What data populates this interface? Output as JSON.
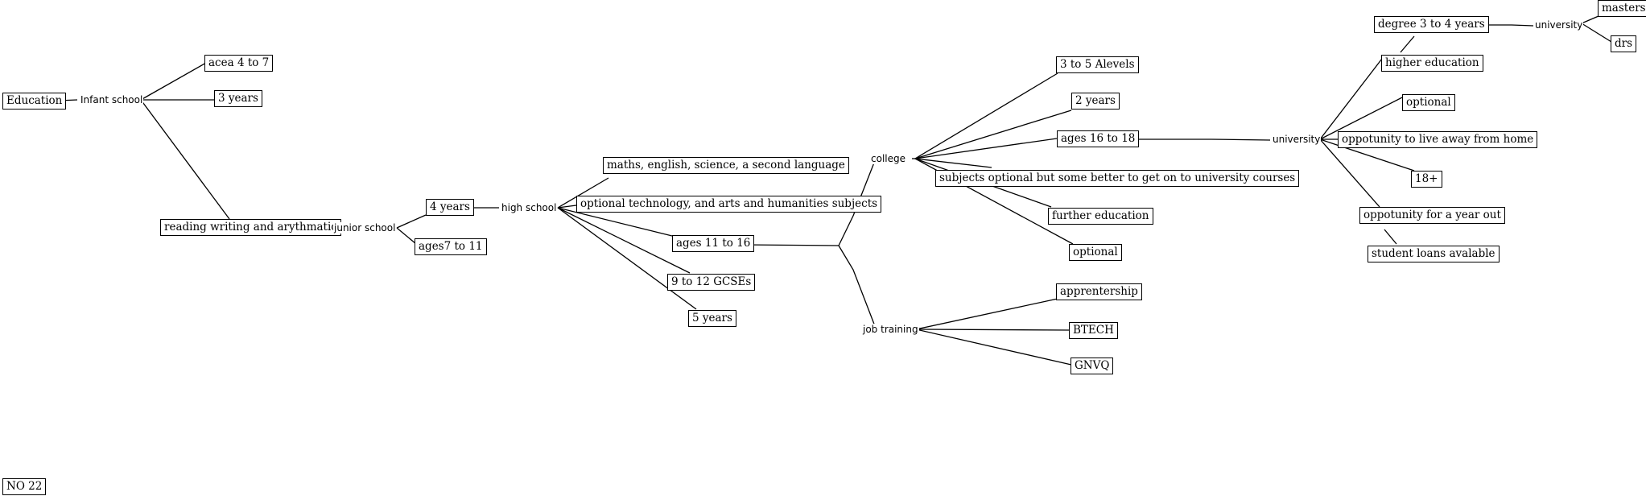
{
  "root": "Education",
  "infant": {
    "label": "Infant school",
    "ages": "acea 4 to 7",
    "years": "3 years",
    "subjects": "reading writing and arythmatic"
  },
  "junior": {
    "label": "junior school",
    "years": "4 years",
    "ages": "ages7 to 11"
  },
  "high": {
    "label": "high school",
    "core": "maths, english, science, a second language",
    "optional": "optional technology, and arts and humanities subjects",
    "ages": "ages 11 to 16",
    "gcses": "9 to 12 GCSEs",
    "years": "5 years"
  },
  "college": {
    "label": "college",
    "alevels": "3 to 5 Alevels",
    "years": "2 years",
    "ages": "ages 16 to 18",
    "subjects": "subjects optional but some better to get on to university courses",
    "further": "further education",
    "optional": "optional"
  },
  "job_training": {
    "label": "job training",
    "apprenticeship": "apprentership",
    "btech": "BTECH",
    "gnvq": "GNVQ"
  },
  "university": {
    "label": "university",
    "degree": "degree 3 to 4 years",
    "higher": "higher education",
    "optional": "optional",
    "away": "oppotunity to live away from home",
    "age": "18+",
    "year_out": "oppotunity for a year out",
    "loans": "student loans avalable"
  },
  "post_university": {
    "label": "university",
    "masters": "masters",
    "drs": "drs"
  },
  "footer": "NO 22"
}
